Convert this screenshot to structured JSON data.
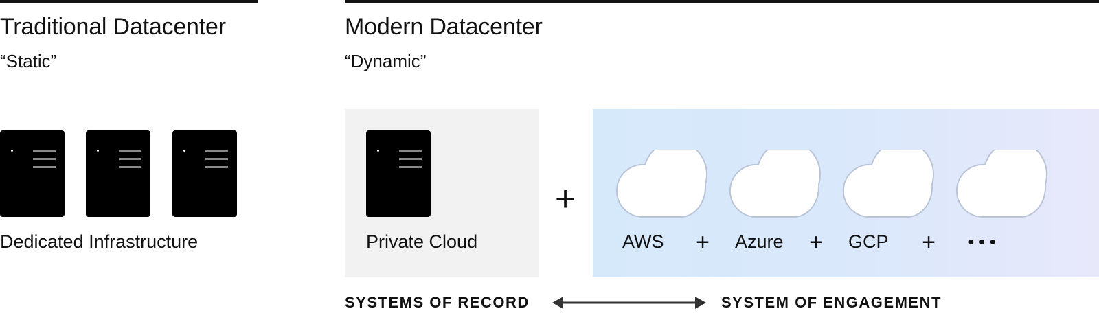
{
  "traditional": {
    "title": "Traditional Datacenter",
    "subtitle": "“Static”",
    "caption": "Dedicated Infrastructure"
  },
  "modern": {
    "title": "Modern Datacenter",
    "subtitle": "“Dynamic”",
    "private_cloud_label": "Private Cloud",
    "plus": "+",
    "clouds": [
      "AWS",
      "Azure",
      "GCP"
    ],
    "more": "●●●"
  },
  "footer": {
    "left": "SYSTEMS OF RECORD",
    "right": "SYSTEM OF ENGAGEMENT"
  },
  "colors": {
    "ink": "#111111",
    "panel_gray": "#f2f2f2",
    "panel_blue_start": "#d6e9fb",
    "panel_blue_end": "#e8e8fb",
    "cloud_stroke": "#b9c4d6"
  }
}
